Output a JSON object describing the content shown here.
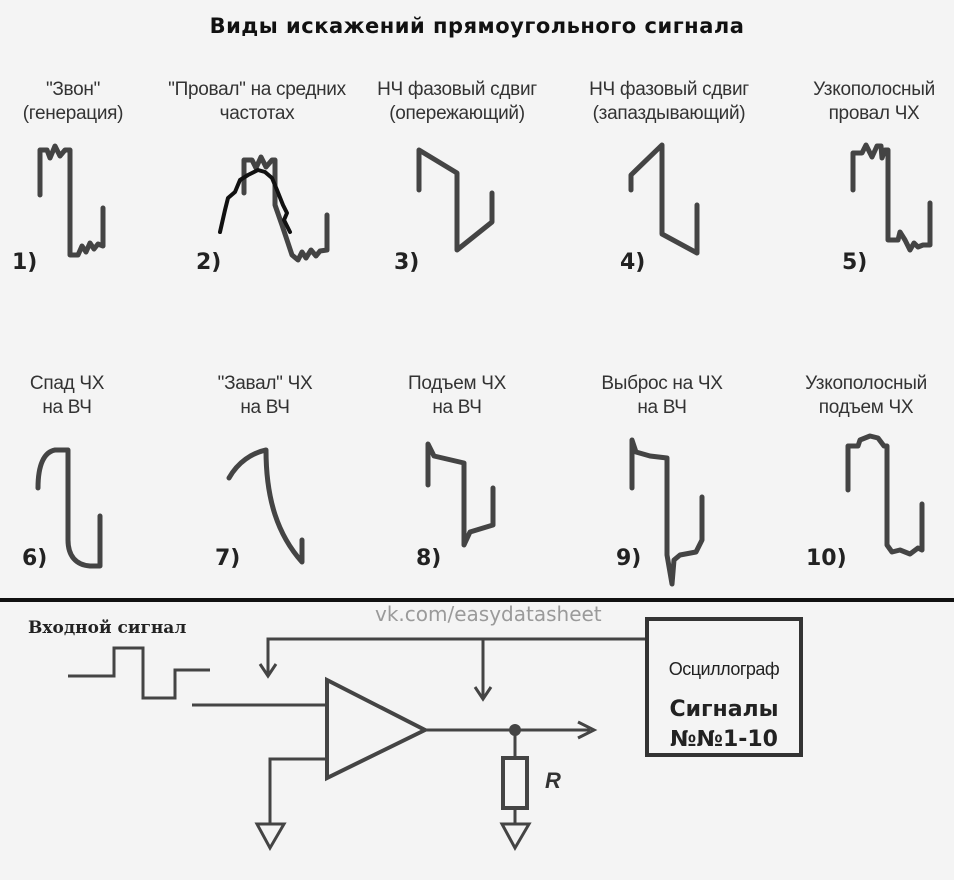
{
  "title": "Виды искажений прямоугольного сигнала",
  "distortions": [
    {
      "number": "1)",
      "caption": "\"Звон\"\n(генерация)"
    },
    {
      "number": "2)",
      "caption": "\"Провал\" на средних\nчастотах"
    },
    {
      "number": "3)",
      "caption": "НЧ фазовый сдвиг\n(опережающий)"
    },
    {
      "number": "4)",
      "caption": "НЧ фазовый сдвиг\n(запаздывающий)"
    },
    {
      "number": "5)",
      "caption": "Узкополосный\nпровал ЧХ"
    },
    {
      "number": "6)",
      "caption": "Спад ЧХ\nна ВЧ"
    },
    {
      "number": "7)",
      "caption": "\"Завал\" ЧХ\nна ВЧ"
    },
    {
      "number": "8)",
      "caption": "Подъем ЧХ\nна ВЧ"
    },
    {
      "number": "9)",
      "caption": "Выброс на ЧХ\nна ВЧ"
    },
    {
      "number": "10)",
      "caption": "Узкополосный\nподъем ЧХ"
    }
  ],
  "watermark": "vk.com/easydatasheet",
  "circuit": {
    "input_label": "Входной сигнал",
    "oscilloscope_label": "Осциллограф",
    "signals_label": "Сигналы\n№№1-10",
    "resistor_label": "R"
  }
}
